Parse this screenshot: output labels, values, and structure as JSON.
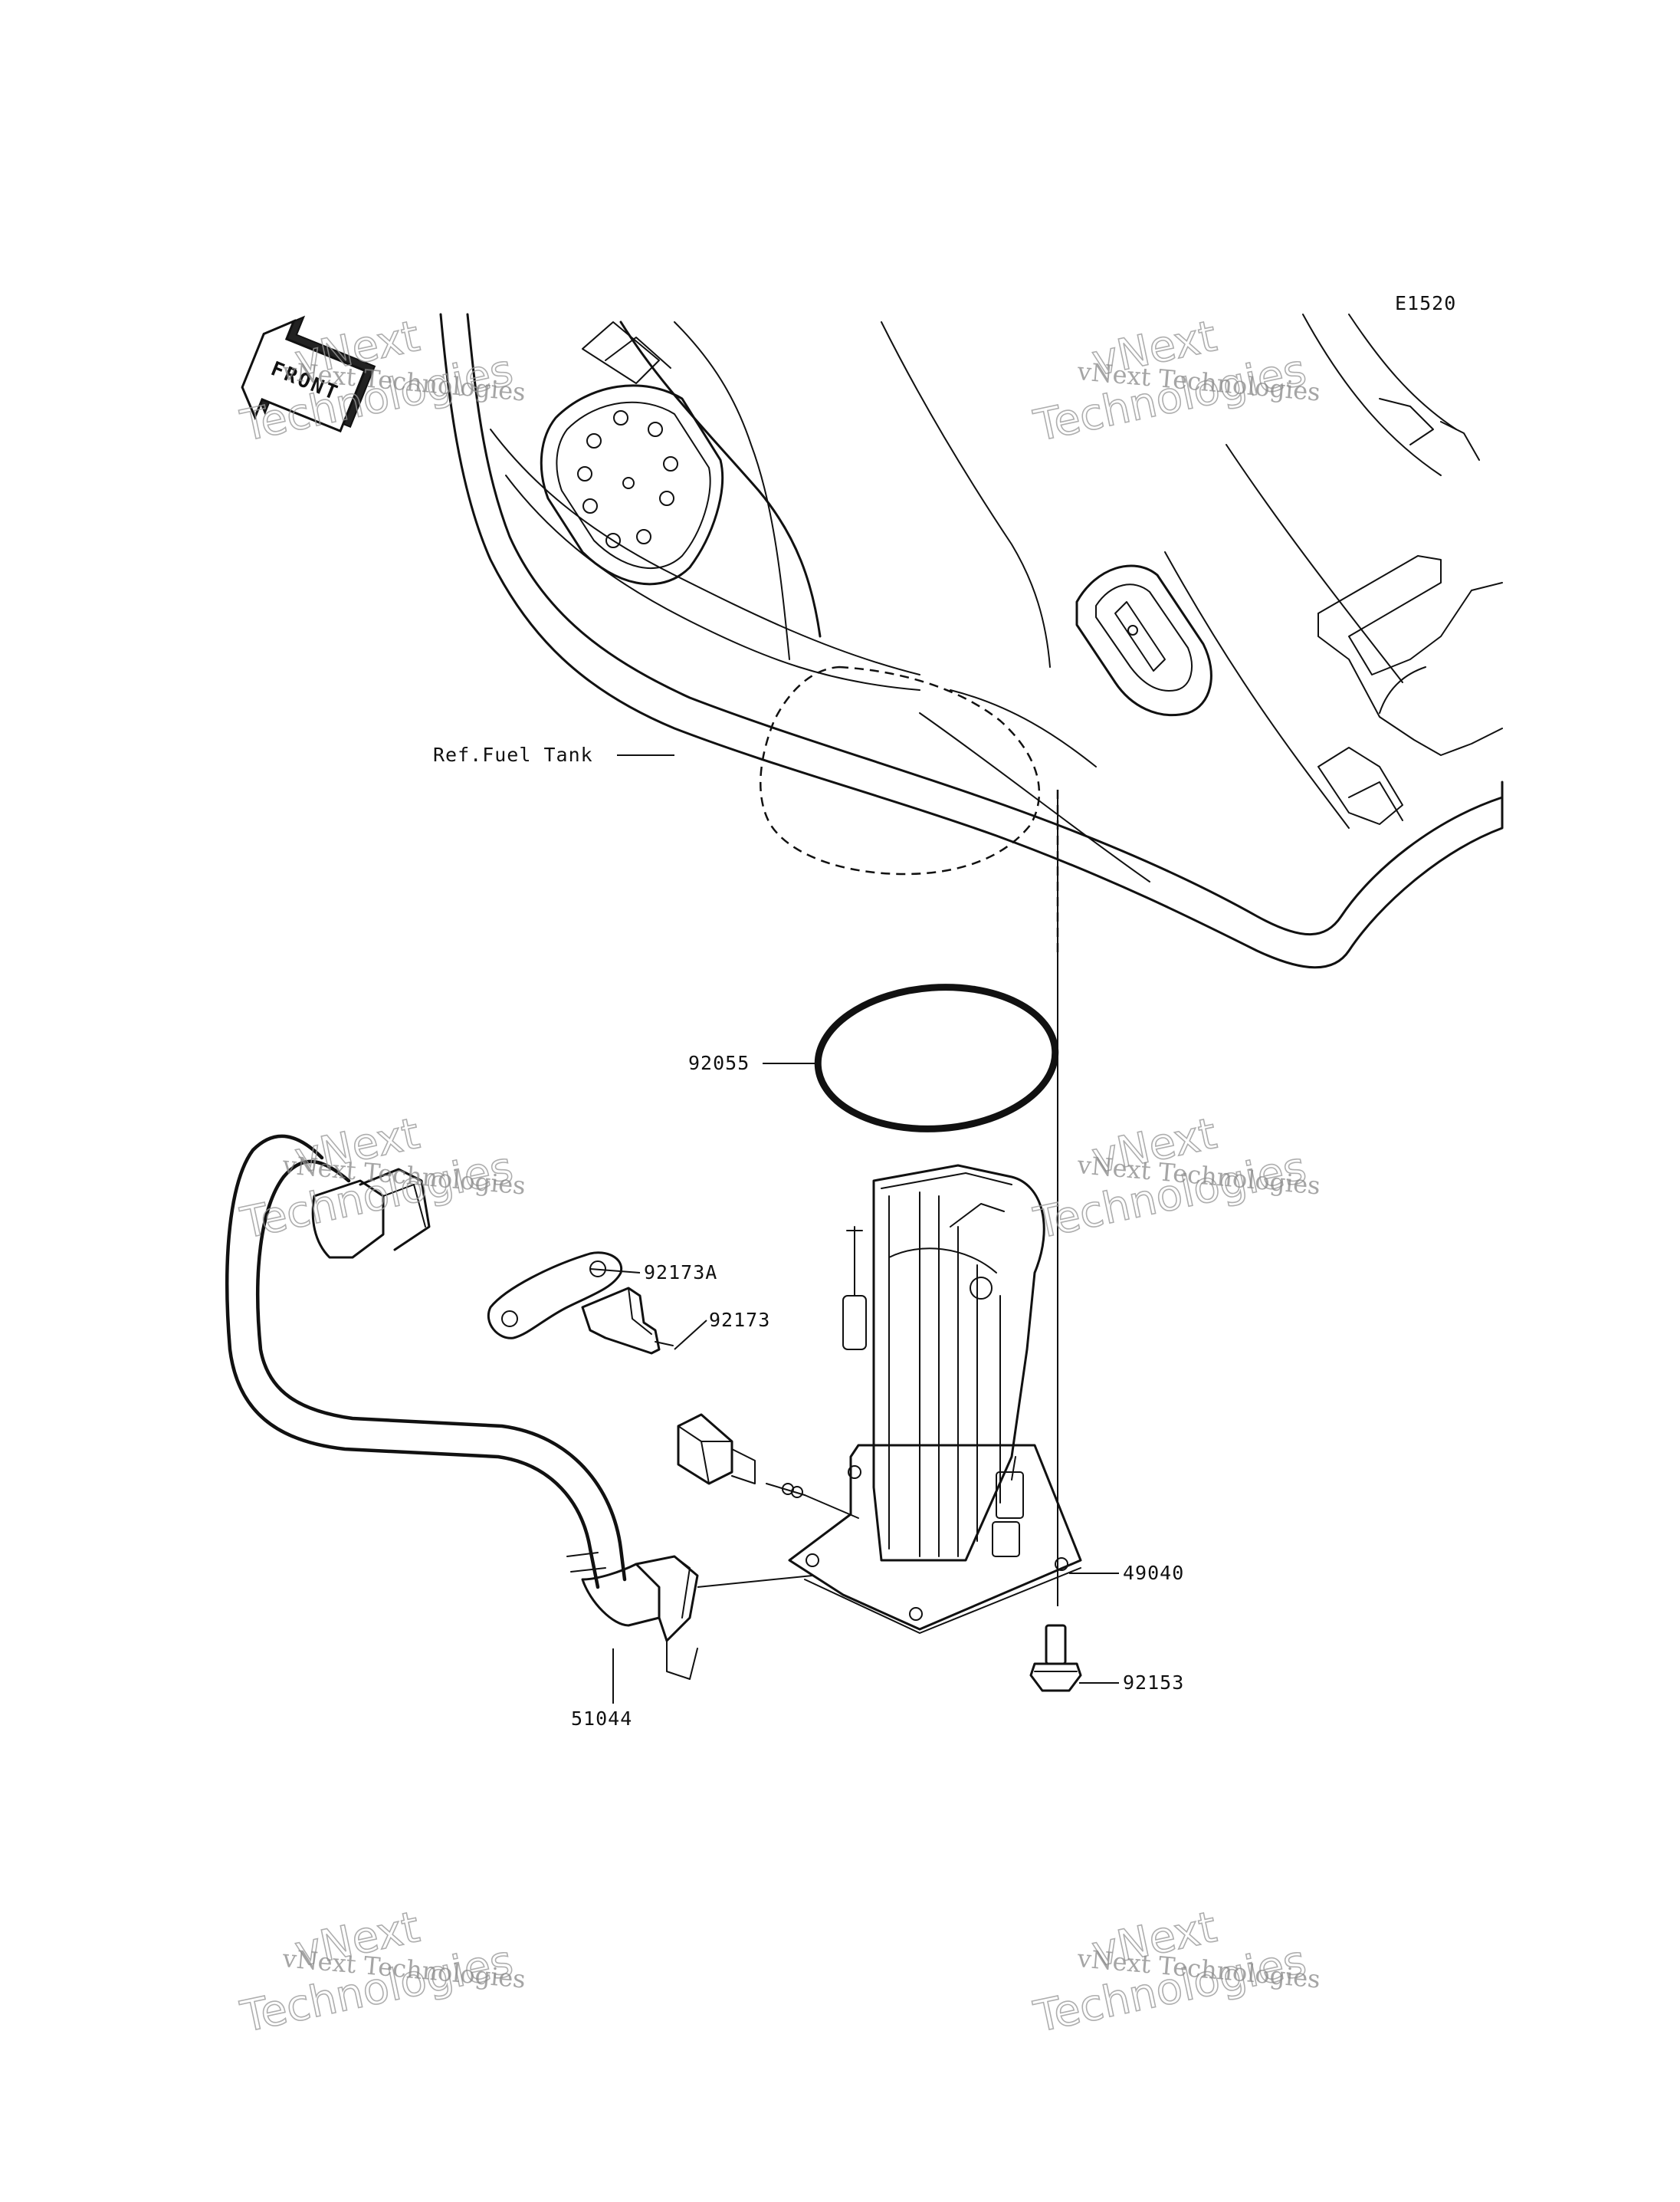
{
  "diagram_code": "E1520",
  "front_label": "FRONT",
  "ref_label": "Ref.Fuel Tank",
  "parts": [
    {
      "id": "p92055",
      "number": "92055"
    },
    {
      "id": "p92173A",
      "number": "92173A"
    },
    {
      "id": "p92173",
      "number": "92173"
    },
    {
      "id": "p49040",
      "number": "49040"
    },
    {
      "id": "p92153",
      "number": "92153"
    },
    {
      "id": "p51044",
      "number": "51044"
    }
  ],
  "watermark": {
    "line1": "vNext Technologies",
    "line2_a": "vNext",
    "line2_b": "Technologies"
  }
}
